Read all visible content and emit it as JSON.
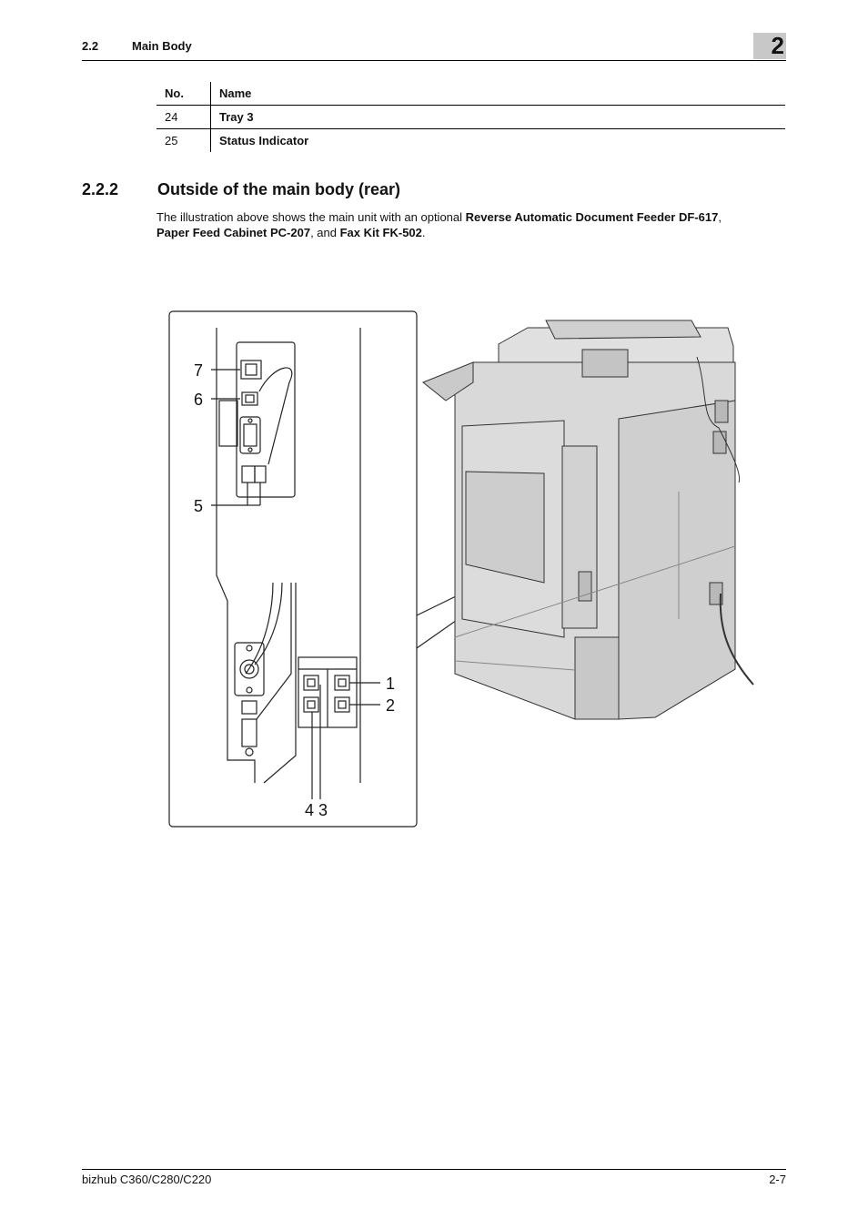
{
  "header": {
    "section_number": "2.2",
    "section_title": "Main Body",
    "chapter": "2"
  },
  "table": {
    "columns": [
      "No.",
      "Name"
    ],
    "rows": [
      {
        "no": "24",
        "name": "Tray 3"
      },
      {
        "no": "25",
        "name": "Status Indicator"
      }
    ]
  },
  "section": {
    "number": "2.2.2",
    "title": "Outside of the main body (rear)",
    "para_1": "The illustration above shows the main unit with an optional ",
    "opt_1": "Reverse Automatic Document Feeder DF-617",
    "sep_1": ",",
    "opt_2": "Paper Feed Cabinet PC-207",
    "sep_2": ", and ",
    "opt_3": "Fax Kit FK-502",
    "end": "."
  },
  "figure": {
    "callouts": [
      "7",
      "6",
      "5",
      "1",
      "2",
      "4",
      "3"
    ]
  },
  "footer": {
    "model": "bizhub C360/C280/C220",
    "page": "2-7"
  }
}
